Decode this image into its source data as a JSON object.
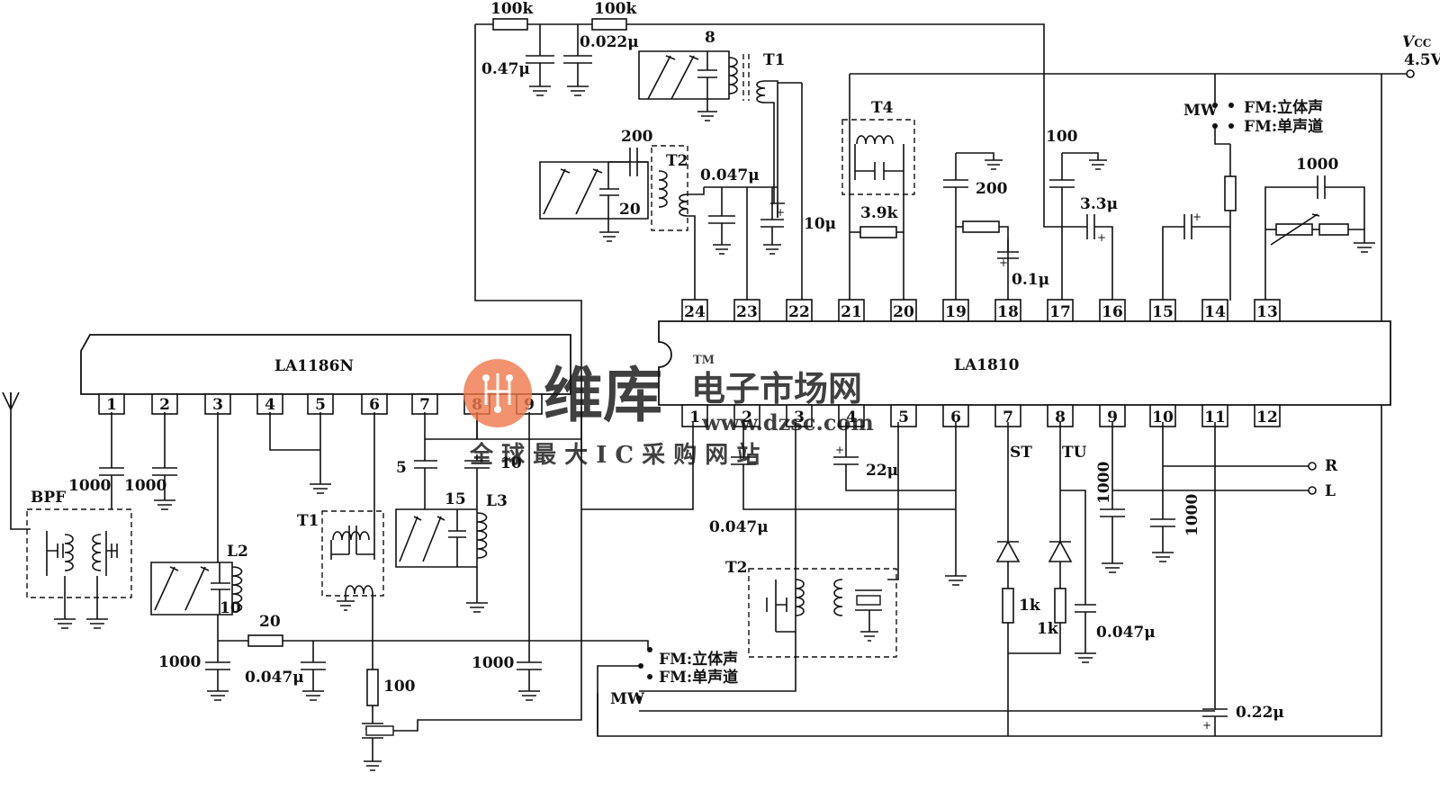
{
  "diagram": {
    "supply": {
      "name": "V",
      "sub": "CC",
      "voltage": "4.5V"
    },
    "chips": [
      {
        "id": "la1186n",
        "name": "LA1186N",
        "pins": [
          "1",
          "2",
          "3",
          "4",
          "5",
          "6",
          "7",
          "8",
          "9"
        ]
      },
      {
        "id": "la1810",
        "name": "LA1810",
        "top_pins": [
          "24",
          "23",
          "22",
          "21",
          "20",
          "19",
          "18",
          "17",
          "16",
          "15",
          "14",
          "13"
        ],
        "bottom_pins": [
          "1",
          "2",
          "3",
          "4",
          "5",
          "6",
          "7",
          "8",
          "9",
          "10",
          "11",
          "12"
        ]
      }
    ],
    "labels": {
      "r100k_a": "100k",
      "r100k_b": "100k",
      "c047": "0.47μ",
      "c0022": "0.022μ",
      "t8": "8",
      "t1_top": "T1",
      "c200a": "200",
      "t2_top": "T2",
      "c20a": "20",
      "c0047a": "0.047μ",
      "c10u": "10μ",
      "t4": "T4",
      "r39k": "3.9k",
      "c200b": "200",
      "c01u": "0.1μ",
      "c100": "100",
      "c33u": "3.3μ",
      "c1000top": "1000",
      "antenna_bpf": "BPF",
      "c1000_p1": "1000",
      "c1000_p2": "1000",
      "l2": "L2",
      "l2val": "10",
      "t1_bottom": "T1",
      "c5": "5",
      "c10": "10",
      "c15": "15",
      "l3": "L3",
      "r20": "20",
      "c1000_l": "1000",
      "c0047_l": "0.047μ",
      "r100": "100",
      "c1000_p9": "1000",
      "c0047_mid": "0.047μ",
      "c22u": "22μ",
      "t2_bottom": "T2",
      "st": "ST",
      "tu": "TU",
      "r1k_a": "1k",
      "r1k_b": "1k",
      "c0047_r": "0.047μ",
      "c1000_r1": "1000",
      "c1000_r2": "1000",
      "out_r": "R",
      "out_l": "L",
      "c022u": "0.22μ"
    },
    "switches": {
      "top": {
        "mw": "MW",
        "stereo": "FM:立体声",
        "mono": "FM:单声道"
      },
      "bottom": {
        "mw": "MW",
        "stereo": "FM:立体声",
        "mono": "FM:单声道"
      }
    },
    "watermark": {
      "brand": "维库",
      "slogan": "电子市场网",
      "url": "www.dzsc.com",
      "tagline": "全 球 最 大 I C 采 购 网 站",
      "tm": "TM"
    },
    "colors": {
      "ink": "#111111",
      "watermark": "#f0774a",
      "background": "#ffffff"
    }
  }
}
